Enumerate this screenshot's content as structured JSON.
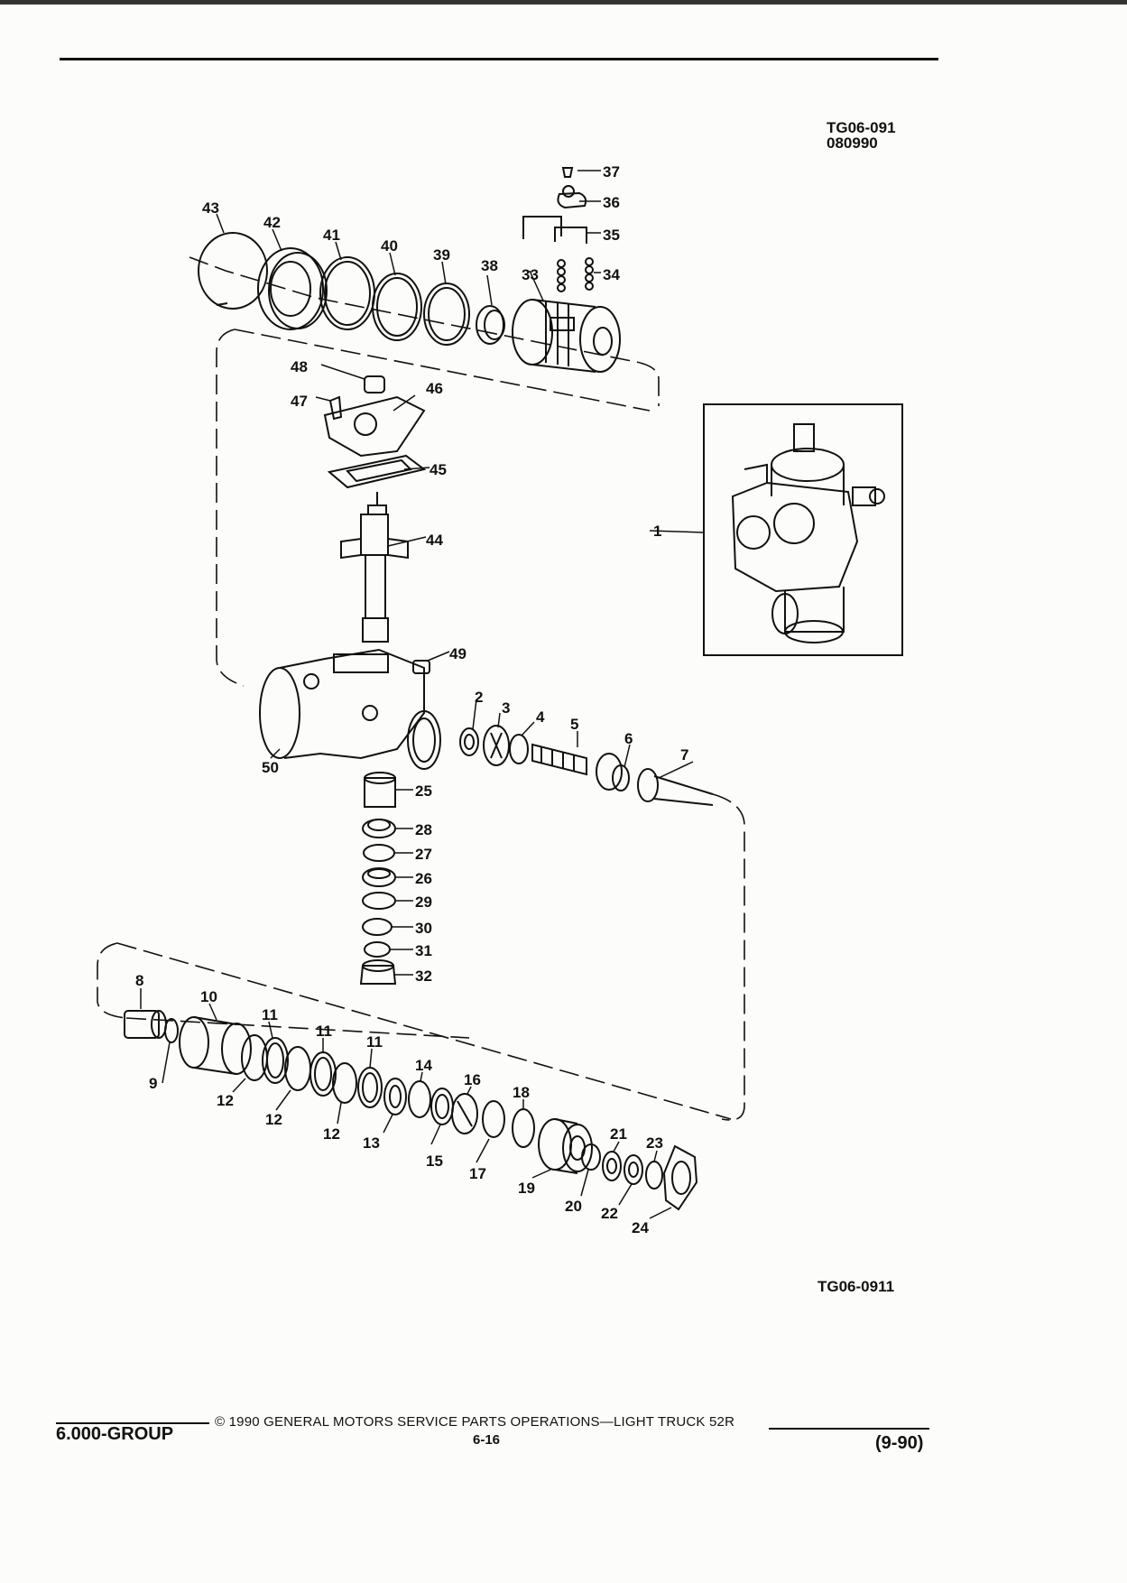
{
  "header": {
    "ref_code_line1": "TG06-091",
    "ref_code_line2": "080990"
  },
  "figure_code": "TG06-0911",
  "callouts": {
    "p1": "1",
    "p2": "2",
    "p3": "3",
    "p4": "4",
    "p5": "5",
    "p6": "6",
    "p7": "7",
    "p8": "8",
    "p9": "9",
    "p10": "10",
    "p11a": "11",
    "p11b": "11",
    "p11c": "11",
    "p12a": "12",
    "p12b": "12",
    "p12c": "12",
    "p13": "13",
    "p14": "14",
    "p15": "15",
    "p16": "16",
    "p17": "17",
    "p18": "18",
    "p19": "19",
    "p20": "20",
    "p21": "21",
    "p22": "22",
    "p23": "23",
    "p24": "24",
    "p25": "25",
    "p26": "26",
    "p27": "27",
    "p28": "28",
    "p29": "29",
    "p30": "30",
    "p31": "31",
    "p32": "32",
    "p33": "33",
    "p34": "34",
    "p35": "35",
    "p36": "36",
    "p37": "37",
    "p38": "38",
    "p39": "39",
    "p40": "40",
    "p41": "41",
    "p42": "42",
    "p43": "43",
    "p44": "44",
    "p45": "45",
    "p46": "46",
    "p47": "47",
    "p48": "48",
    "p49": "49",
    "p50": "50"
  },
  "footer": {
    "copyright": "© 1990 GENERAL MOTORS SERVICE PARTS OPERATIONS—LIGHT TRUCK 52R",
    "page": "6-16",
    "group": "6.000-GROUP",
    "revision": "(9-90)"
  }
}
